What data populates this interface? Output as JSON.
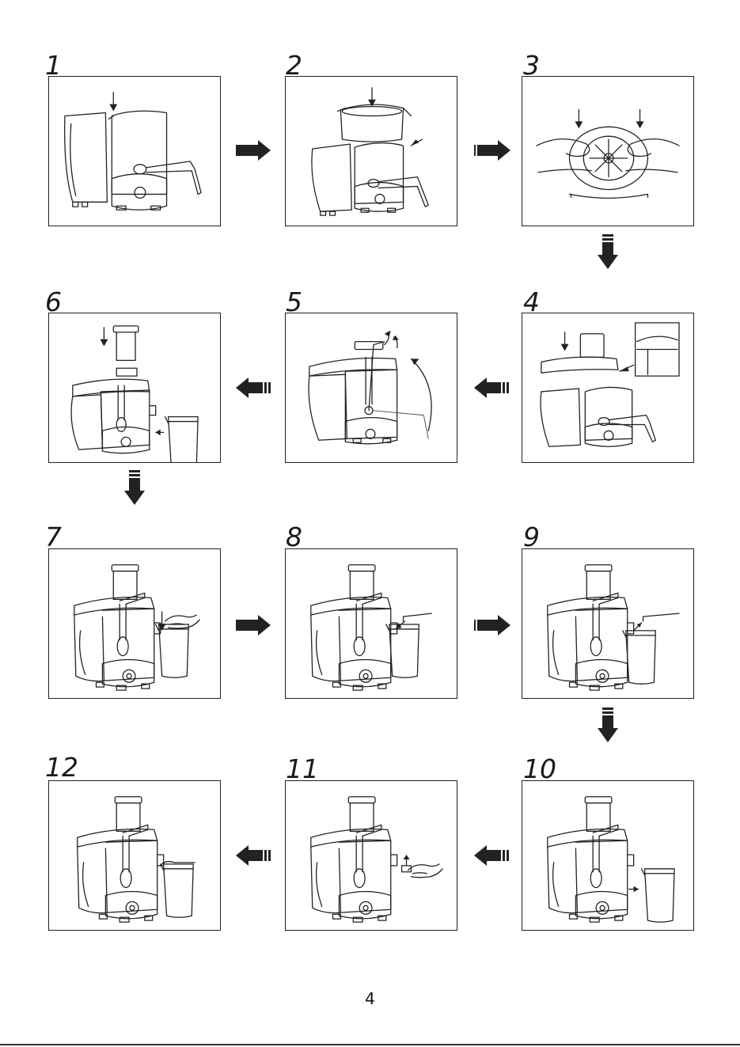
{
  "steps": [
    {
      "number": "1"
    },
    {
      "number": "2"
    },
    {
      "number": "3"
    },
    {
      "number": "4"
    },
    {
      "number": "5"
    },
    {
      "number": "6"
    },
    {
      "number": "7"
    },
    {
      "number": "8"
    },
    {
      "number": "9"
    },
    {
      "number": "10"
    },
    {
      "number": "11"
    },
    {
      "number": "12"
    }
  ],
  "page": {
    "number": "4"
  },
  "colors": {
    "ink": "#222222",
    "background": "#ffffff"
  },
  "icons": {
    "flow": "block-arrow-icon"
  }
}
